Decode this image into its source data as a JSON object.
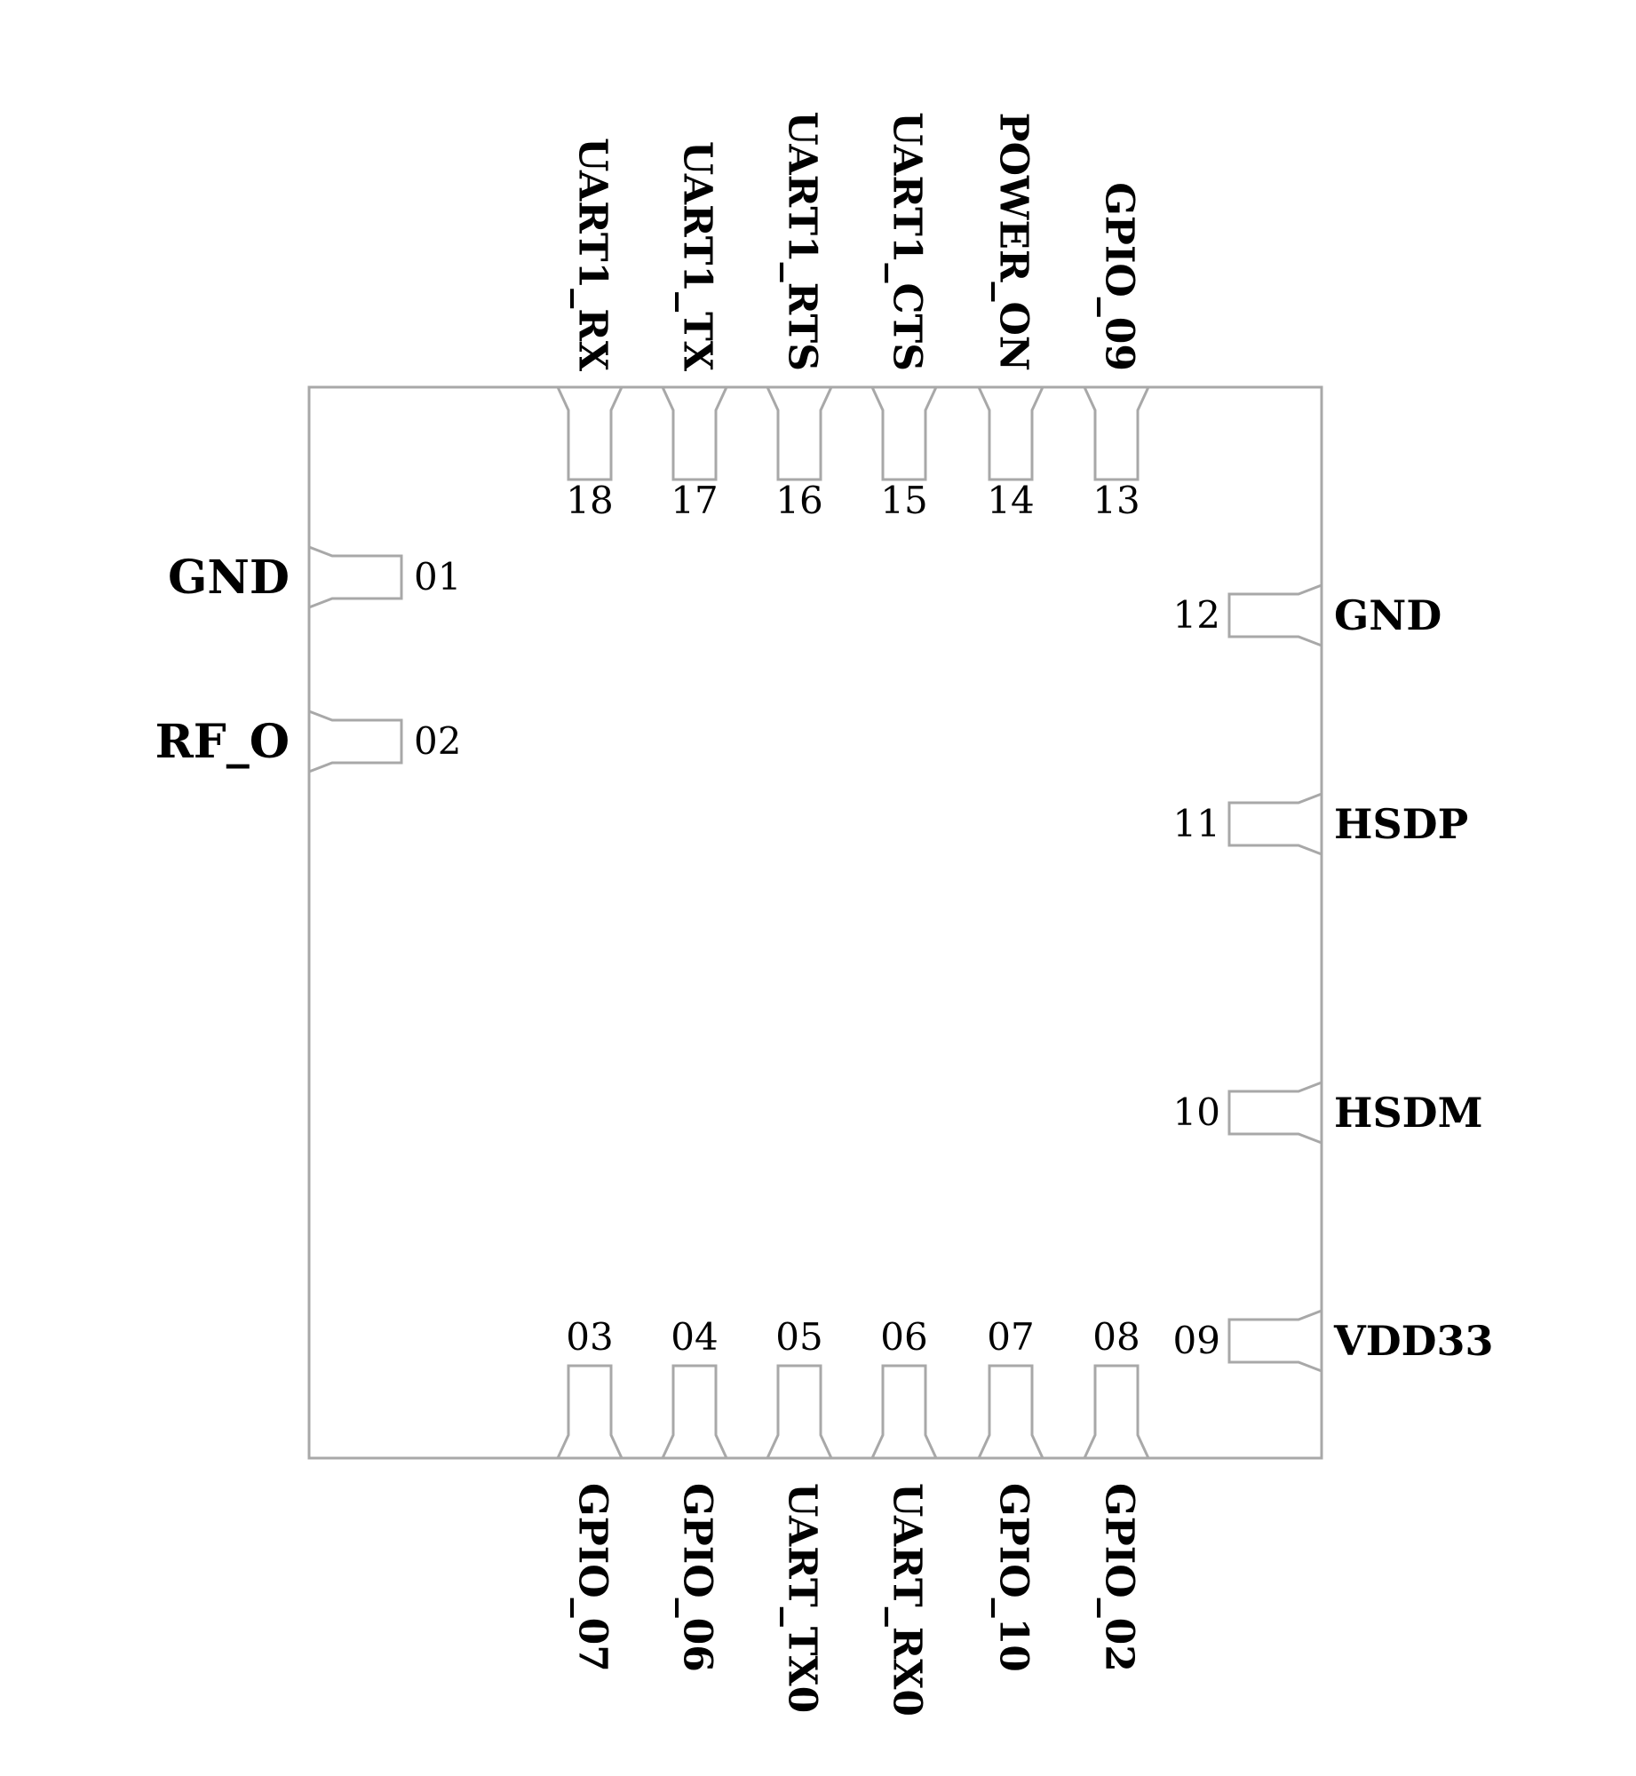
{
  "module": {
    "pins": [
      {
        "number": "01",
        "name": "GND",
        "side": "left"
      },
      {
        "number": "02",
        "name": "RF_O",
        "side": "left"
      },
      {
        "number": "03",
        "name": "GPIO_07",
        "side": "bottom"
      },
      {
        "number": "04",
        "name": "GPIO_06",
        "side": "bottom"
      },
      {
        "number": "05",
        "name": "UART_TX0",
        "side": "bottom"
      },
      {
        "number": "06",
        "name": "UART_RX0",
        "side": "bottom"
      },
      {
        "number": "07",
        "name": "GPIO_10",
        "side": "bottom"
      },
      {
        "number": "08",
        "name": "GPIO_02",
        "side": "bottom"
      },
      {
        "number": "09",
        "name": "VDD33",
        "side": "right"
      },
      {
        "number": "10",
        "name": "HSDM",
        "side": "right"
      },
      {
        "number": "11",
        "name": "HSDP",
        "side": "right"
      },
      {
        "number": "12",
        "name": "GND",
        "side": "right"
      },
      {
        "number": "13",
        "name": "GPIO_09",
        "side": "top"
      },
      {
        "number": "14",
        "name": "POWER_ON",
        "side": "top"
      },
      {
        "number": "15",
        "name": "UART1_CTS",
        "side": "top"
      },
      {
        "number": "16",
        "name": "UART1_RTS",
        "side": "top"
      },
      {
        "number": "17",
        "name": "UART1_TX",
        "side": "top"
      },
      {
        "number": "18",
        "name": "UART1_RX",
        "side": "top"
      }
    ]
  },
  "colors": {
    "outline": "#a8a8a8",
    "text": "#000000",
    "background": "#ffffff"
  }
}
